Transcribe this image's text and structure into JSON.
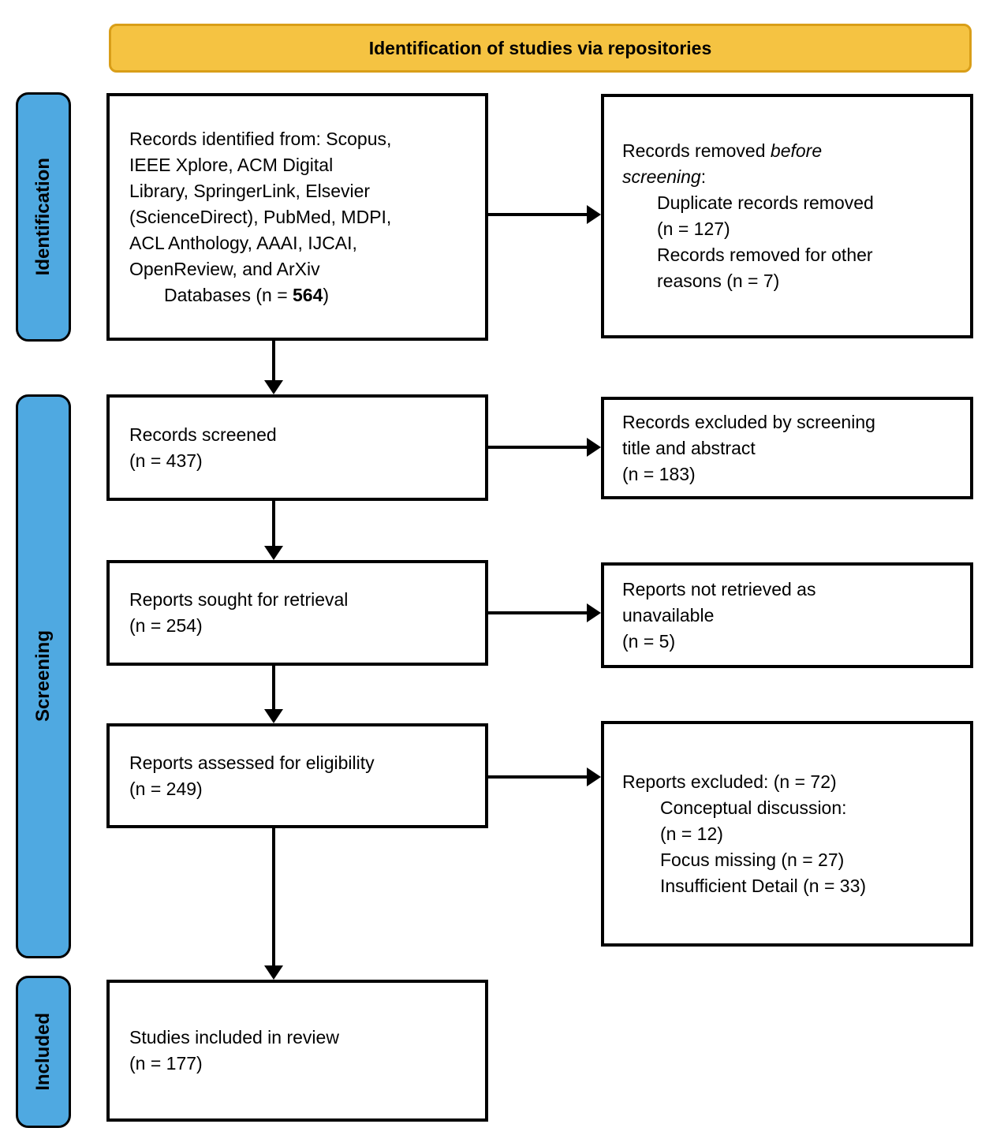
{
  "banner": {
    "title": "Identification of studies via repositories"
  },
  "sidebar": {
    "identification": "Identification",
    "screening": "Screening",
    "included": "Included"
  },
  "boxes": {
    "records_identified": {
      "lines": [
        "Records identified from: Scopus,",
        "IEEE Xplore, ACM Digital",
        "Library, SpringerLink, Elsevier",
        "(ScienceDirect), PubMed, MDPI,",
        "ACL Anthology, AAAI, IJCAI,",
        "OpenReview, and ArXiv"
      ],
      "last_line_prefix": "Databases (n = ",
      "last_line_bold": "564",
      "last_line_suffix": ")"
    },
    "records_removed": {
      "intro_regular": "Records removed ",
      "intro_italic_1": "before",
      "intro_italic_2": "screening",
      "intro_colon": ":",
      "items": [
        "Duplicate records removed",
        "(n = 127)",
        "Records removed for other",
        "reasons (n = 7)"
      ]
    },
    "records_screened": {
      "lines": [
        "Records screened",
        "(n = 437)"
      ]
    },
    "records_excluded": {
      "lines": [
        "Records excluded by screening",
        "title and abstract",
        "(n = 183)"
      ]
    },
    "reports_sought": {
      "lines": [
        "Reports sought for retrieval",
        "(n = 254)"
      ]
    },
    "reports_not_retrieved": {
      "lines": [
        "Reports not retrieved as",
        "unavailable",
        "(n = 5)"
      ]
    },
    "reports_assessed": {
      "lines": [
        "Reports assessed for eligibility",
        "(n = 249)"
      ]
    },
    "reports_excluded": {
      "header": "Reports excluded: (n = 72)",
      "items": [
        "Conceptual discussion:",
        "(n = 12)",
        "Focus missing (n = 27)",
        "Insufficient Detail (n = 33)"
      ]
    },
    "studies_included": {
      "lines": [
        "Studies included in review",
        "(n = 177)"
      ]
    }
  },
  "colors": {
    "banner_fill": "#F5C342",
    "banner_border": "#D99E18",
    "stage_fill": "#4FA9E1"
  }
}
